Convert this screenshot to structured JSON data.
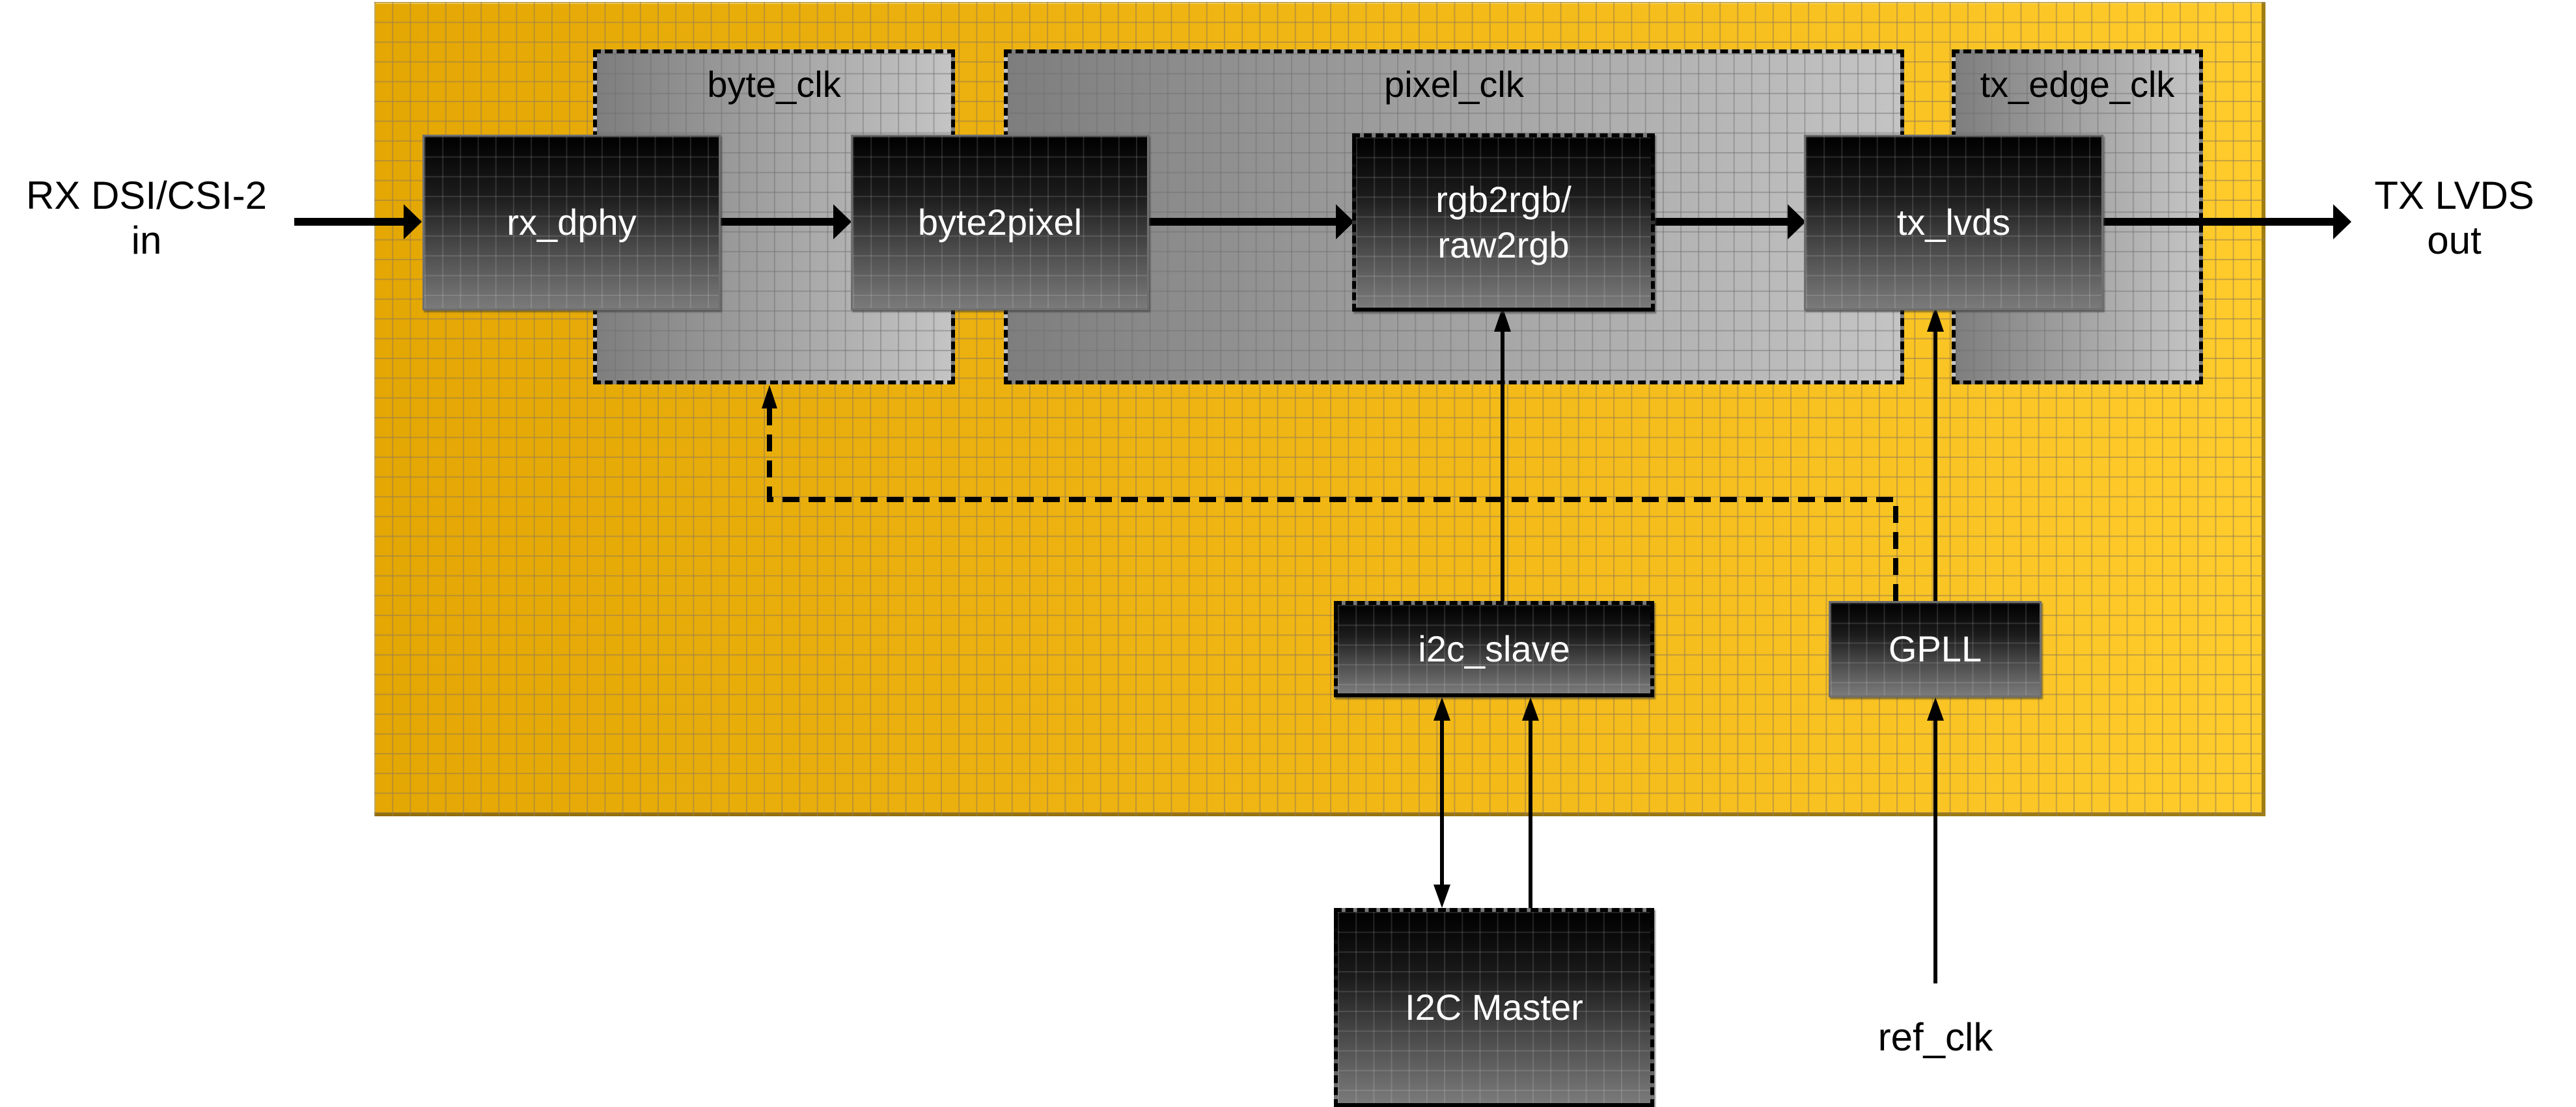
{
  "diagram": {
    "external": {
      "input_label_line1": "RX DSI/CSI-2",
      "input_label_line2": "in",
      "output_label_line1": "TX LVDS",
      "output_label_line2": "out",
      "ref_clk_label": "ref_clk"
    },
    "clock_domains": {
      "byte_clk": "byte_clk",
      "pixel_clk": "pixel_clk",
      "tx_edge_clk": "tx_edge_clk"
    },
    "blocks": {
      "rx_dphy": "rx_dphy",
      "byte2pixel": "byte2pixel",
      "rgb2rgb_line1": "rgb2rgb/",
      "rgb2rgb_line2": "raw2rgb",
      "tx_lvds": "tx_lvds",
      "i2c_slave": "i2c_slave",
      "gpll": "GPLL",
      "i2c_master": "I2C Master"
    },
    "connections": [
      {
        "from": "RX DSI/CSI-2 in",
        "to": "rx_dphy",
        "style": "solid-thick"
      },
      {
        "from": "rx_dphy",
        "to": "byte2pixel",
        "style": "solid-thick"
      },
      {
        "from": "byte2pixel",
        "to": "rgb2rgb/raw2rgb",
        "style": "solid-thick"
      },
      {
        "from": "rgb2rgb/raw2rgb",
        "to": "tx_lvds",
        "style": "solid-thick"
      },
      {
        "from": "tx_lvds",
        "to": "TX LVDS out",
        "style": "solid-thick"
      },
      {
        "from": "i2c_slave",
        "to": "rgb2rgb/raw2rgb",
        "style": "solid"
      },
      {
        "from": "GPLL",
        "to": "tx_lvds",
        "style": "solid"
      },
      {
        "from": "GPLL",
        "to": "byte_clk",
        "style": "dashed"
      },
      {
        "from": "ref_clk",
        "to": "GPLL",
        "style": "solid"
      },
      {
        "from": "i2c_slave",
        "to": "I2C Master",
        "style": "bidirectional"
      },
      {
        "from": "I2C Master",
        "to": "i2c_slave",
        "style": "solid"
      }
    ],
    "colors": {
      "chip_background_left": "#e4a704",
      "chip_background_right": "#ffcc2c",
      "clock_domain_fill": "#a6a6a6",
      "block_fill_top": "#000000",
      "block_fill_bottom": "#7a7a7a",
      "wire": "#000000"
    }
  }
}
